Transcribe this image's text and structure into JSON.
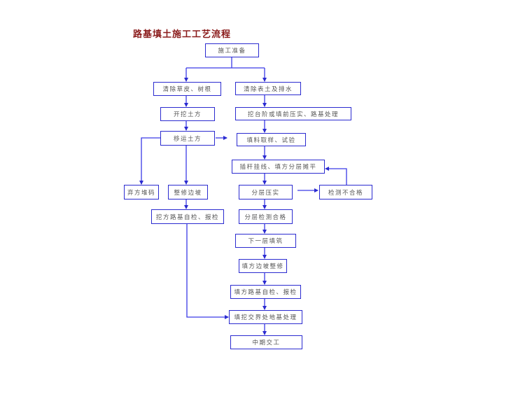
{
  "title": "路基填土施工工艺流程",
  "colors": {
    "title": "#8b1c1c",
    "box_border": "#2b2bd0",
    "connector": "#3a3ae6",
    "text": "#555555"
  },
  "nodes": {
    "start": "施工准备",
    "clear_grass": "清除草皮、树根",
    "clear_topsoil": "清除表土及排水",
    "excavate": "开挖土方",
    "bench": "挖台阶或填前压实、路基处理",
    "transport": "移运土方",
    "sample": "填料取样、试验",
    "stake": "插杆挂线、填方分层摊平",
    "spoil": "弃方堆码",
    "slope_trim": "整修边坡",
    "compact": "分层压实",
    "fail": "检测不合格",
    "cut_check": "挖方路基自检、报检",
    "pass": "分层检测合格",
    "next_layer": "下一层填筑",
    "fill_slope": "填方边坡整修",
    "fill_check": "填方路基自检、报检",
    "junction": "填挖交界处地基处理",
    "handover": "中期交工"
  }
}
